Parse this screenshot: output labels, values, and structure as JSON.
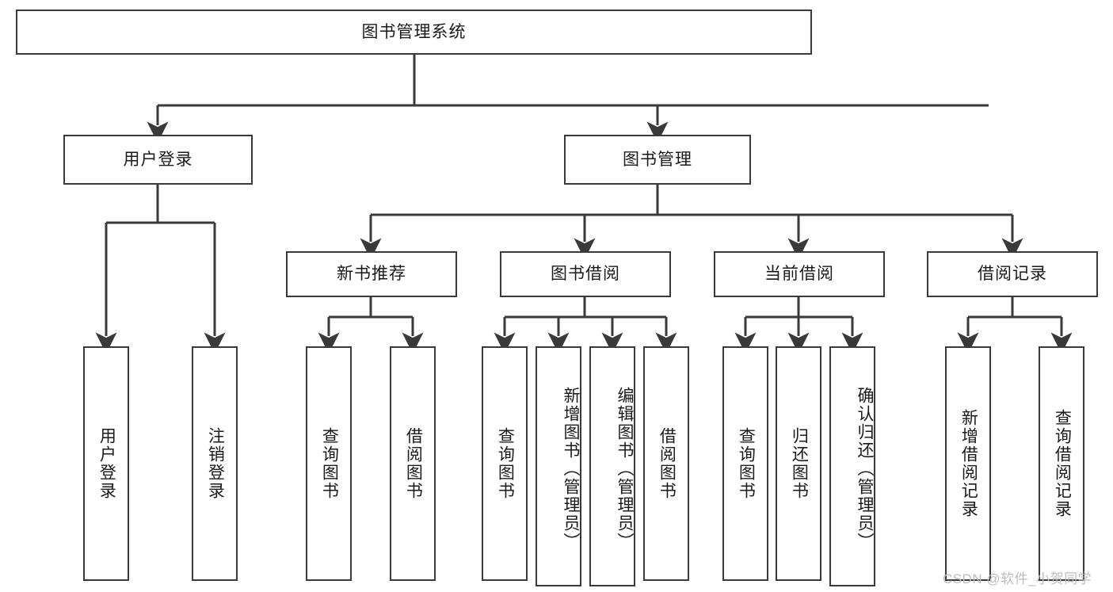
{
  "diagram": {
    "type": "tree-hierarchy",
    "title": "图书管理系统",
    "watermark": "CSDN @软件_小贺同学",
    "colors": {
      "stroke": "#3a3a3a",
      "fill": "#ffffff",
      "text": "#1a1a1a",
      "watermark": "#bdbdbd"
    },
    "levels": {
      "root": "图书管理系统",
      "level2": [
        "用户登录",
        "图书管理"
      ],
      "level3": [
        "新书推荐",
        "图书借阅",
        "当前借阅",
        "借阅记录"
      ]
    },
    "nodes": {
      "root": {
        "label": "图书管理系统"
      },
      "user_login": {
        "label": "用户登录"
      },
      "book_manage": {
        "label": "图书管理"
      },
      "new_book_rec": {
        "label": "新书推荐"
      },
      "book_borrow": {
        "label": "图书借阅"
      },
      "current_borrow": {
        "label": "当前借阅"
      },
      "borrow_record": {
        "label": "借阅记录"
      }
    },
    "leaves": {
      "user_login": [
        {
          "label": "用户登录"
        },
        {
          "label": "注销登录"
        }
      ],
      "new_book_rec": [
        {
          "label": "查询图书"
        },
        {
          "label": "借阅图书"
        }
      ],
      "book_borrow": [
        {
          "label": "查询图书"
        },
        {
          "label": "新增图书（管理员）"
        },
        {
          "label": "编辑图书（管理员）"
        },
        {
          "label": "借阅图书"
        }
      ],
      "current_borrow": [
        {
          "label": "查询图书"
        },
        {
          "label": "归还图书"
        },
        {
          "label": "确认归还（管理员）"
        }
      ],
      "borrow_record": [
        {
          "label": "新增借阅记录"
        },
        {
          "label": "查询借阅记录"
        }
      ]
    }
  }
}
